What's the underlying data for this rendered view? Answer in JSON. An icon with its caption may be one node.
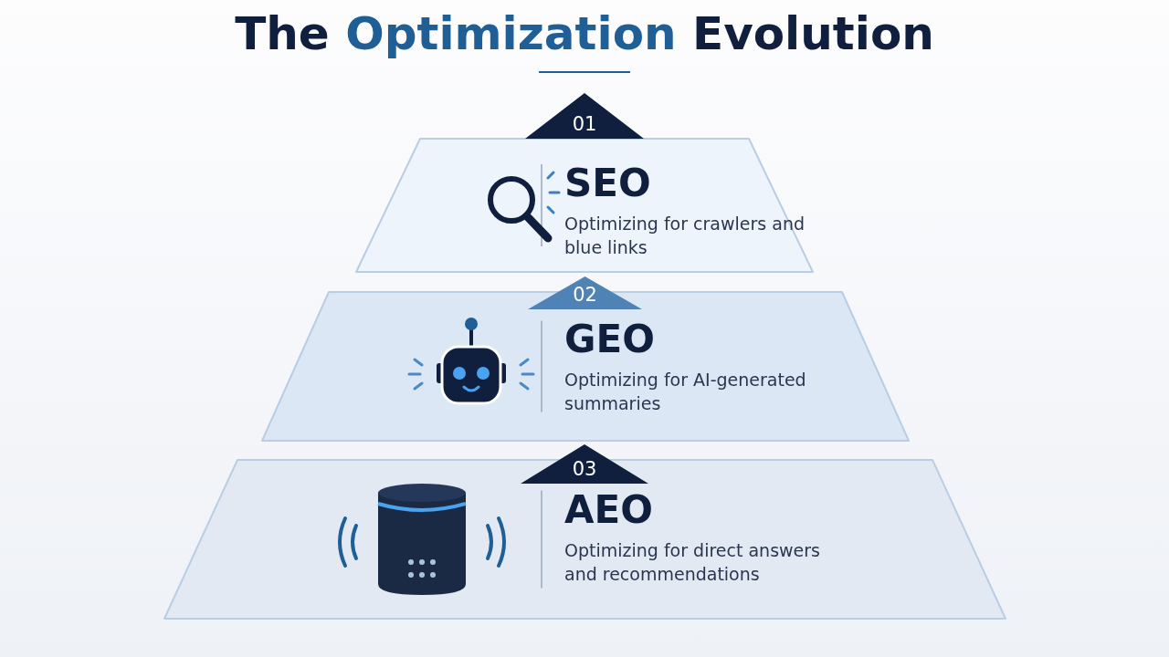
{
  "diagram": {
    "title": "The Optimization Evolution",
    "nodes": [
      {
        "text": [
          "01"
        ]
      },
      {
        "text": [
          "SEO",
          "Optimizing for crawlers and blue links"
        ]
      },
      {
        "text": [
          "02"
        ]
      },
      {
        "text": [
          "GEO",
          "Optimizing for AI-generated summaries"
        ]
      },
      {
        "text": [
          "03"
        ]
      },
      {
        "text": [
          "AEO",
          "Optimizing for direct answers and recommendations"
        ]
      }
    ]
  }
}
